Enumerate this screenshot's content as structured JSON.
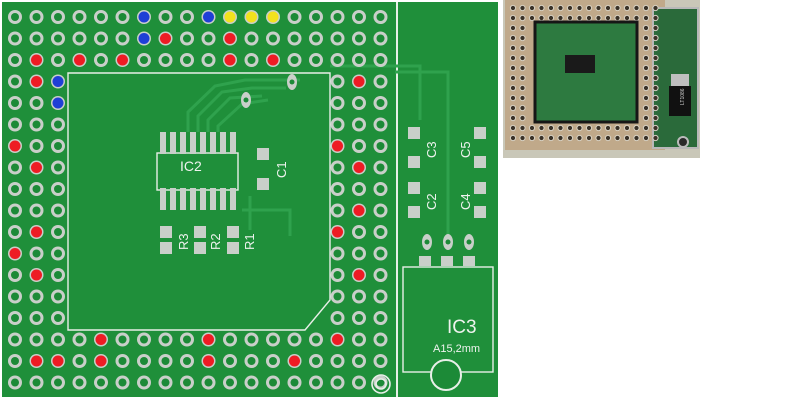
{
  "board": {
    "colors": {
      "background": "#ffffff",
      "pcb": "#1f8f3a",
      "pour": "#22983f",
      "trace": "#2fa24d",
      "outline": "#e8efe8",
      "pad": "#c9cfc9",
      "hole": "#1c8a37",
      "red": "#ee1c24",
      "blue": "#1f3fd6",
      "yellow": "#f2e21d"
    },
    "labels": {
      "ic2": "IC2",
      "c1": "C1",
      "r1": "R1",
      "r2": "R2",
      "r3": "R3",
      "c2": "C2",
      "c3": "C3",
      "c4": "C4",
      "c5": "C5",
      "ic3": "IC3",
      "hole_note": "A15,2mm"
    }
  },
  "photo": {
    "description_icon": "assembled-board-photo-icon",
    "regulator_text": "LT1086"
  }
}
